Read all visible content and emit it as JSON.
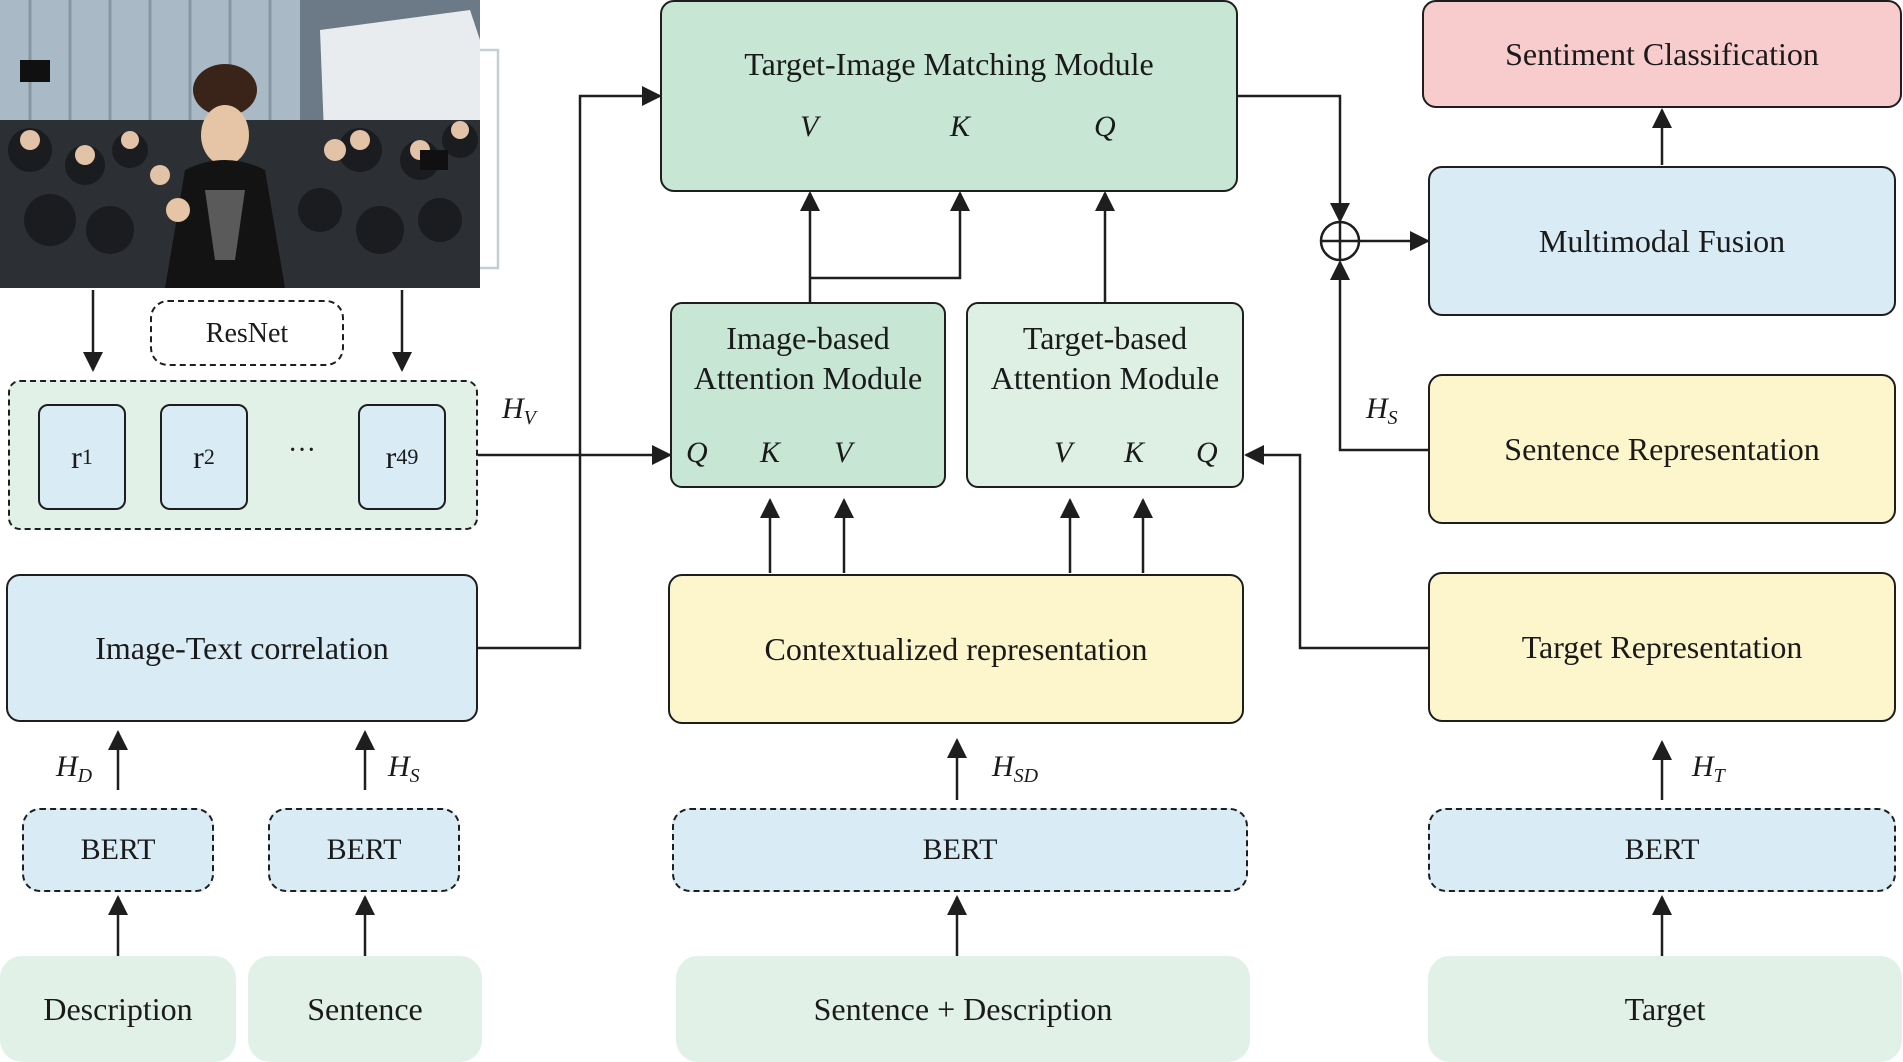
{
  "image_encoder": {
    "resnet_label": "ResNet",
    "regions": [
      {
        "base": "r",
        "sub": "1"
      },
      {
        "base": "r",
        "sub": "2"
      },
      {
        "base": "r",
        "sub": "49"
      }
    ],
    "ellipsis": "···",
    "hv_label": {
      "base": "H",
      "sub": "V"
    }
  },
  "image_text": {
    "label": "Image-Text correlation",
    "hd_label": {
      "base": "H",
      "sub": "D"
    },
    "hs_label": {
      "base": "H",
      "sub": "S"
    },
    "bert_left": "BERT",
    "bert_right": "BERT",
    "input_description": "Description",
    "input_sentence": "Sentence"
  },
  "center": {
    "matching": {
      "title": "Target-Image Matching Module",
      "v": "V",
      "k": "K",
      "q": "Q"
    },
    "image_attention": {
      "line1": "Image-based",
      "line2": "Attention Module",
      "q": "Q",
      "k": "K",
      "v": "V"
    },
    "target_attention": {
      "line1": "Target-based",
      "line2": "Attention Module",
      "v": "V",
      "k": "K",
      "q": "Q"
    },
    "contextualized": "Contextualized representation",
    "hsd_label": {
      "base": "H",
      "sub": "SD"
    },
    "bert": "BERT",
    "input": "Sentence + Description"
  },
  "right": {
    "sentiment": "Sentiment Classification",
    "fusion": "Multimodal Fusion",
    "plus_symbol": "⊕",
    "hs_label": {
      "base": "H",
      "sub": "S"
    },
    "sentence_rep": "Sentence Representation",
    "target_rep": "Target Representation",
    "ht_label": {
      "base": "H",
      "sub": "T"
    },
    "bert": "BERT",
    "input": "Target"
  },
  "colors": {
    "blue": "#d9ebf5",
    "green": "#c7e6d3",
    "yellow": "#fdf5cc",
    "pink": "#f8cccd",
    "mint": "#e1f1e8"
  }
}
